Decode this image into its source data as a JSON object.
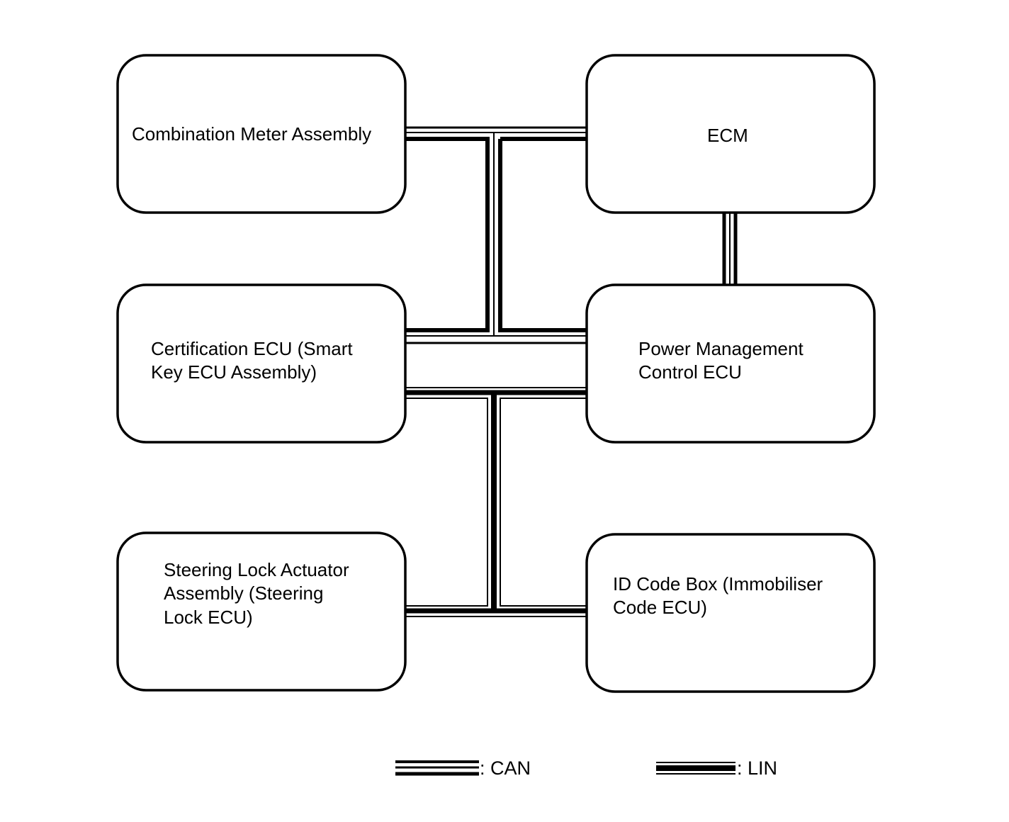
{
  "diagram": {
    "nodes": {
      "combination_meter": {
        "label": "Combination Meter Assembly"
      },
      "ecm": {
        "label": "ECM"
      },
      "certification_ecu": {
        "line1": "Certification ECU (Smart",
        "line2": "Key ECU Assembly)"
      },
      "power_management": {
        "line1": "Power Management",
        "line2": "Control ECU"
      },
      "steering_lock": {
        "line1": "Steering Lock Actuator",
        "line2": "Assembly (Steering",
        "line3": "Lock ECU)"
      },
      "id_code_box": {
        "line1": "ID Code Box (Immobiliser",
        "line2": "Code ECU)"
      }
    },
    "legend": {
      "can_label": ": CAN",
      "lin_label": ": LIN"
    }
  }
}
